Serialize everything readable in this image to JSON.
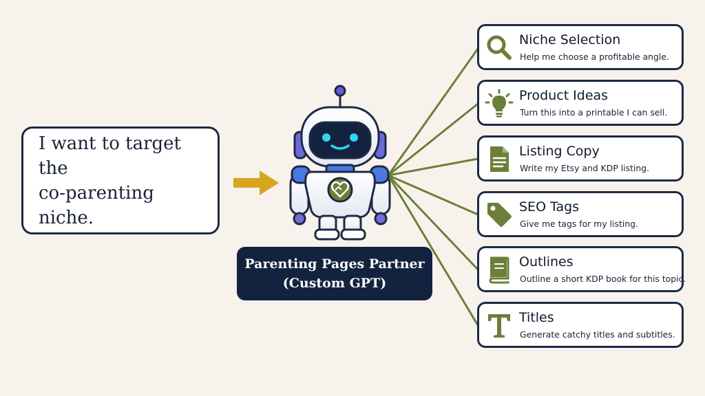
{
  "prompt": {
    "text": "I want to target the\nco-parenting niche."
  },
  "assistant": {
    "name_line1": "Parenting Pages Partner",
    "name_line2": "(Custom GPT)",
    "icon": "robot-icon"
  },
  "colors": {
    "background": "#f8f2ec",
    "navy": "#13233f",
    "olive": "#6b7f3a",
    "arrow": "#d7a520",
    "robot_blue": "#4a78e0",
    "robot_purple": "#7a6ad8",
    "robot_eyes": "#35d4ee"
  },
  "tasks": [
    {
      "title": "Niche Selection",
      "description": "Help me choose a profitable angle.",
      "icon": "magnifier-icon"
    },
    {
      "title": "Product Ideas",
      "description": "Turn this into a printable I can sell.",
      "icon": "lightbulb-icon"
    },
    {
      "title": "Listing Copy",
      "description": "Write my Etsy and KDP listing.",
      "icon": "document-icon"
    },
    {
      "title": "SEO Tags",
      "description": "Give me tags for my listing.",
      "icon": "tag-icon"
    },
    {
      "title": "Outlines",
      "description": "Outline a short KDP book for this topic.",
      "icon": "book-icon"
    },
    {
      "title": "Titles",
      "description": "Generate catchy titles and subtitles.",
      "icon": "letter-t-icon"
    }
  ]
}
